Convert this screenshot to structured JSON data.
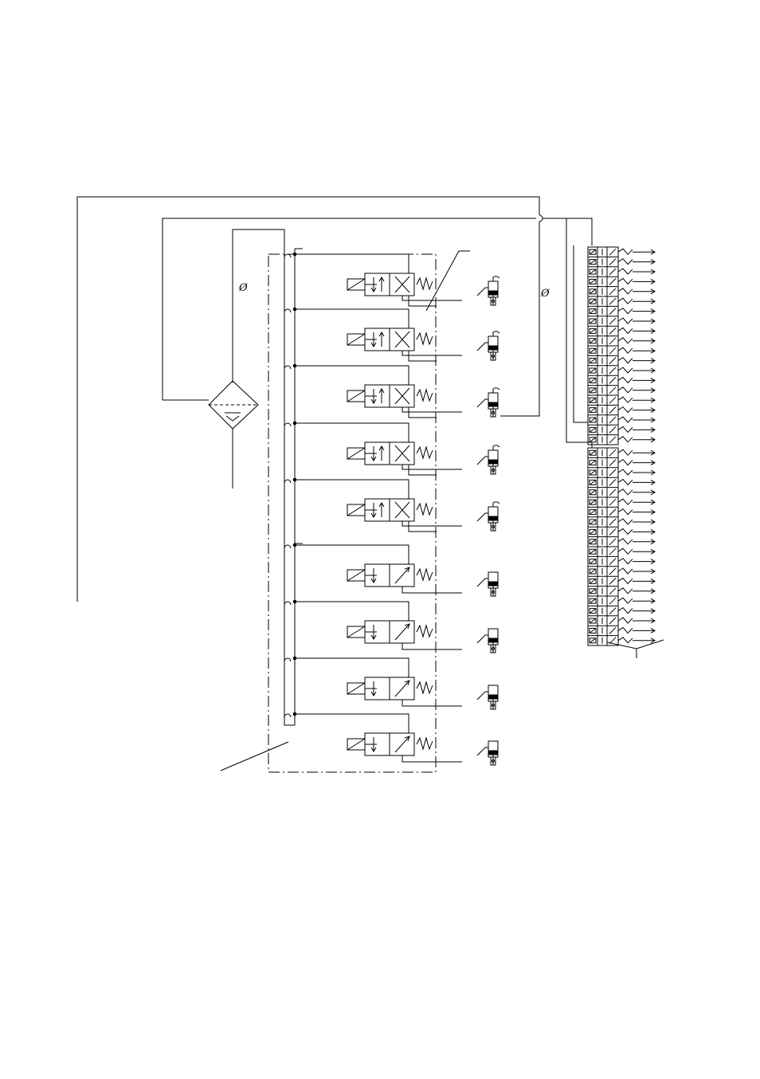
{
  "diagram": {
    "diameter_symbol": "Ø",
    "colors": {
      "stroke": "#000000",
      "background": "#ffffff"
    },
    "valves_4way": 5,
    "valves_3way": 4,
    "bank_upper_rows": 20,
    "bank_lower_rows": 20,
    "components": [
      "filter-regulator",
      "valve-manifold",
      "solenoid-valve",
      "single-acting-cylinder",
      "double-acting-cylinder",
      "valve-bank"
    ]
  }
}
